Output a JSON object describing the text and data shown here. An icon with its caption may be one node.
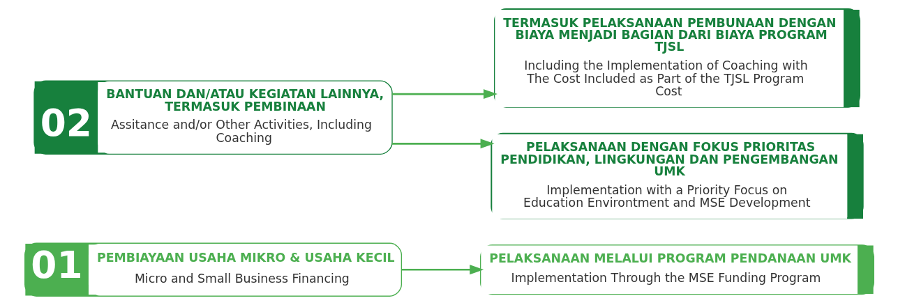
{
  "diagram": {
    "nodes": [
      {
        "text": [
          "01",
          "PEMBIAYAAN USAHA MIKRO & USAHA KECIL",
          "Micro and Small Business Financing"
        ]
      },
      {
        "text": [
          "02",
          "BANTUAN DAN/ATAU KEGIATAN LAINNYA, TERMASUK PEMBINAAN",
          "Assitance and/or Other Activities, Including Coaching"
        ]
      },
      {
        "text": [
          "PELAKSANAAN MELALUI PROGRAM PENDANAAN UMK",
          "Implementation Through the MSE Funding Program"
        ]
      },
      {
        "text": [
          "TERMASUK PELAKSANAAN PEMBUNAAN DENGAN BIAYA MENJADI BAGIAN DARI BIAYA PROGRAM TJSL",
          "Including the Implementation of Coaching with The Cost Included as Part of the TJSL Program Cost"
        ]
      },
      {
        "text": [
          "PELAKSANAAN DENGAN FOKUS PRIORITAS PENDIDIKAN, LINGKUNGAN DAN PENGEMBANGAN UMK",
          "Implementation with a Priority Focus on Education Environtment and MSE Development"
        ]
      }
    ],
    "edges": [
      {
        "from": 0,
        "to": 2,
        "arrow": "to"
      },
      {
        "from": 1,
        "to": 3,
        "arrow": "to"
      },
      {
        "from": 1,
        "to": 4,
        "arrow": "to"
      }
    ]
  }
}
